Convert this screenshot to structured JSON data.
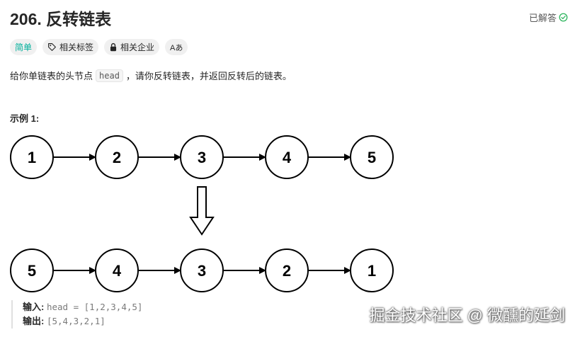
{
  "problem": {
    "title": "206. 反转链表",
    "status": "已解答",
    "status_color": "#2db55d"
  },
  "tags": {
    "difficulty": "简单",
    "topics": "相关标签",
    "companies": "相关企业",
    "font_toggle": "Aあ"
  },
  "description": {
    "part1": "给你单链表的头节点",
    "code": "head",
    "part2": "，请你反转链表，并返回反转后的链表。"
  },
  "example": {
    "label": "示例 1:",
    "input_list": [
      "1",
      "2",
      "3",
      "4",
      "5"
    ],
    "output_list": [
      "5",
      "4",
      "3",
      "2",
      "1"
    ],
    "input_label": "输入:",
    "input_value": "head = [1,2,3,4,5]",
    "output_label": "输出:",
    "output_value": "[5,4,3,2,1]"
  },
  "watermark": "掘金技术社区 @ 微醺的延剑"
}
